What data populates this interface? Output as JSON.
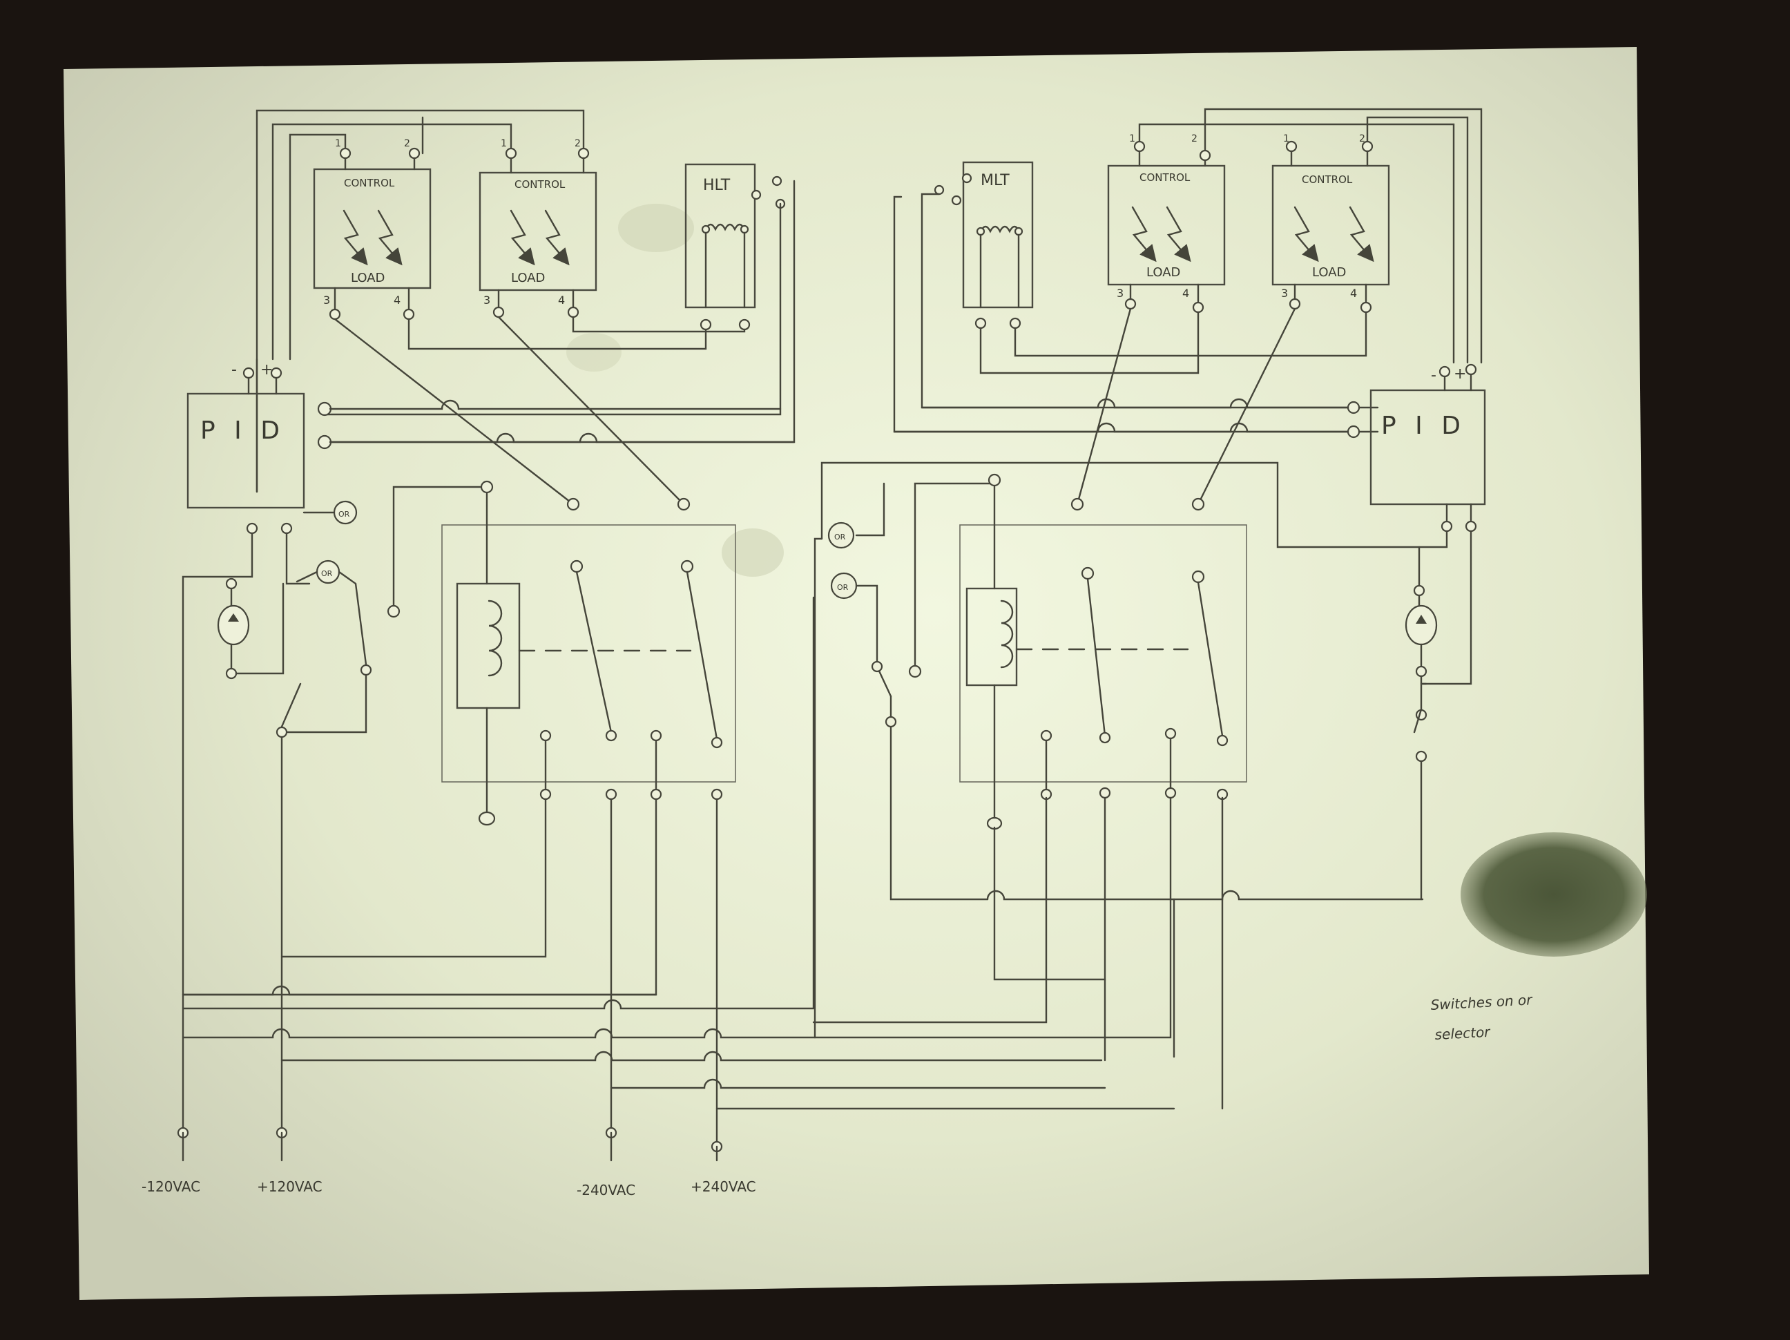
{
  "labels": {
    "pid": "P I D",
    "control": "CONTROL",
    "load": "LOAD",
    "hlt": "HLT",
    "mlt": "MLT",
    "t1": "1",
    "t2": "2",
    "t3": "3",
    "t4": "4",
    "minus": "-",
    "plus": "+",
    "neg120": "-120VAC",
    "pos120": "+120VAC",
    "neg240": "-240VAC",
    "pos240": "+240VAC",
    "note_line1": "Switches on or",
    "note_line2": "selector"
  },
  "colors": {
    "paper": "#e9ecd2",
    "ink": "#45453a",
    "background": "#1a1410",
    "stain": "#4f5a3c"
  }
}
